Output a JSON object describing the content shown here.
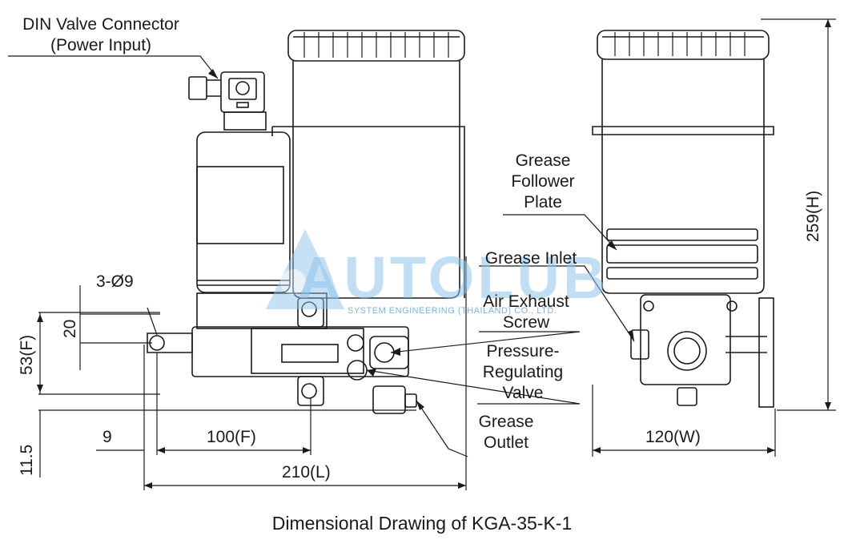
{
  "labels": {
    "din_line1": "DIN Valve Connector",
    "din_line2": "(Power Input)",
    "follower_line1": "Grease",
    "follower_line2": "Follower",
    "follower_line3": "Plate",
    "inlet": "Grease Inlet",
    "air_line1": "Air Exhaust",
    "air_line2": "Screw",
    "prv_line1": "Pressure-",
    "prv_line2": "Regulating",
    "prv_line3": "Valve",
    "outlet_line1": "Grease",
    "outlet_line2": "Outlet"
  },
  "dimensions": {
    "holes": "3-Ø9",
    "hole_spacing": "20",
    "foot_height": "53(F)",
    "base_offset": "11.5",
    "edge_offset": "9",
    "foot_width": "100(F)",
    "length": "210(L)",
    "width": "120(W)",
    "height": "259(H)"
  },
  "watermark": {
    "brand": "AUTOLUB",
    "tagline": "SYSTEM ENGINEERING (THAILAND) CO., LTD."
  },
  "caption": "Dimensional Drawing of KGA-35-K-1",
  "colors": {
    "line": "#1a1a1a",
    "watermark": "#8fc4ea",
    "watermark_text": "#4a93c8"
  }
}
